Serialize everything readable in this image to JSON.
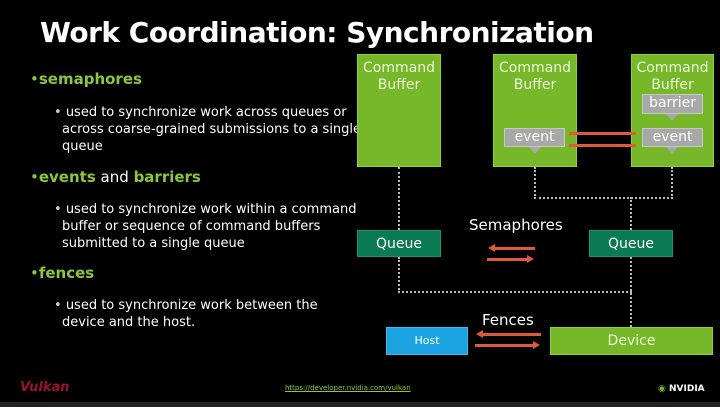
{
  "title": "Work Coordination: Synchronization",
  "bullets": [
    {
      "term": "semaphores",
      "desc": "used to synchronize work across queues or across coarse-grained submissions to a single queue"
    },
    {
      "term": "events",
      "and": "and",
      "term2": "barriers",
      "desc": "used to synchronize work within a command buffer or sequence of command buffers submitted to a single queue"
    },
    {
      "term": "fences",
      "desc": "used to synchronize work between the device and the host."
    }
  ],
  "diagram": {
    "command_buffer": "Command Buffer",
    "barrier": "barrier",
    "event": "event",
    "queue": "Queue",
    "semaphores": "Semaphores",
    "fences": "Fences",
    "host": "Host",
    "device": "Device"
  },
  "footer": {
    "logo_left": "Vulkan",
    "url": "https://developer.nvidia.com/vulkan",
    "logo_right": "NVIDIA"
  },
  "colors": {
    "green": "#76b82a",
    "queue": "#0a7a55",
    "host": "#1aa3e0",
    "arrow": "#e0593a"
  }
}
